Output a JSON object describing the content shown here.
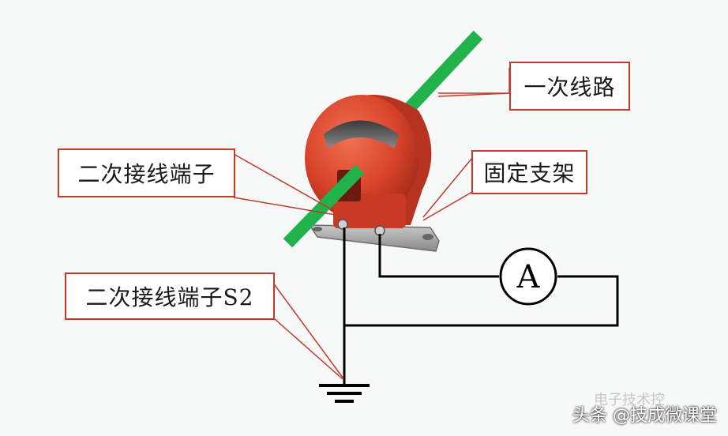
{
  "labels": {
    "primary_line": "一次线路",
    "secondary_terminal": "二次接线端子",
    "fixed_bracket": "固定支架",
    "secondary_terminal_s2": "二次接线端子S2"
  },
  "meter": {
    "symbol": "A"
  },
  "watermark": {
    "main": "头条 @技成微课堂",
    "faint": "电子技术控"
  },
  "colors": {
    "conductor": "#22b24c",
    "ct_body": "#d8432a",
    "label_border": "#c0392b",
    "wire": "#000000"
  }
}
